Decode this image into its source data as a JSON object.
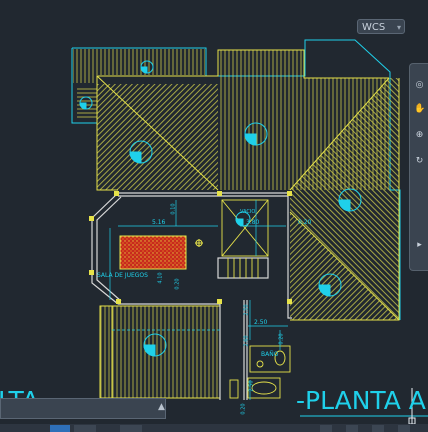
{
  "viewcube": {
    "wcs_label": "WCS"
  },
  "drawing": {
    "room_label": "SALA DE JUEGOS",
    "void_label": "VACIO",
    "bath_label": "BAÑO",
    "dims": {
      "d516": "5.16",
      "d010": "0.10",
      "d020a": "0.20",
      "d020b": "0.20",
      "d020c": "0.20",
      "d020d": "0.20",
      "d410": "4.10",
      "d250a": "2.50",
      "d250b": "2.50",
      "d250c": "2.50",
      "d380": "3.80",
      "d260": "2.60"
    },
    "title_left": "LTA-",
    "title_right": "-PLANTA A"
  },
  "colors": {
    "background": "#212830",
    "roof": "#e6e24a",
    "annotation": "#1fd0ea",
    "wall": "#d8d8d8"
  },
  "status": {
    "tab_model": "",
    "tab_layout": ""
  }
}
